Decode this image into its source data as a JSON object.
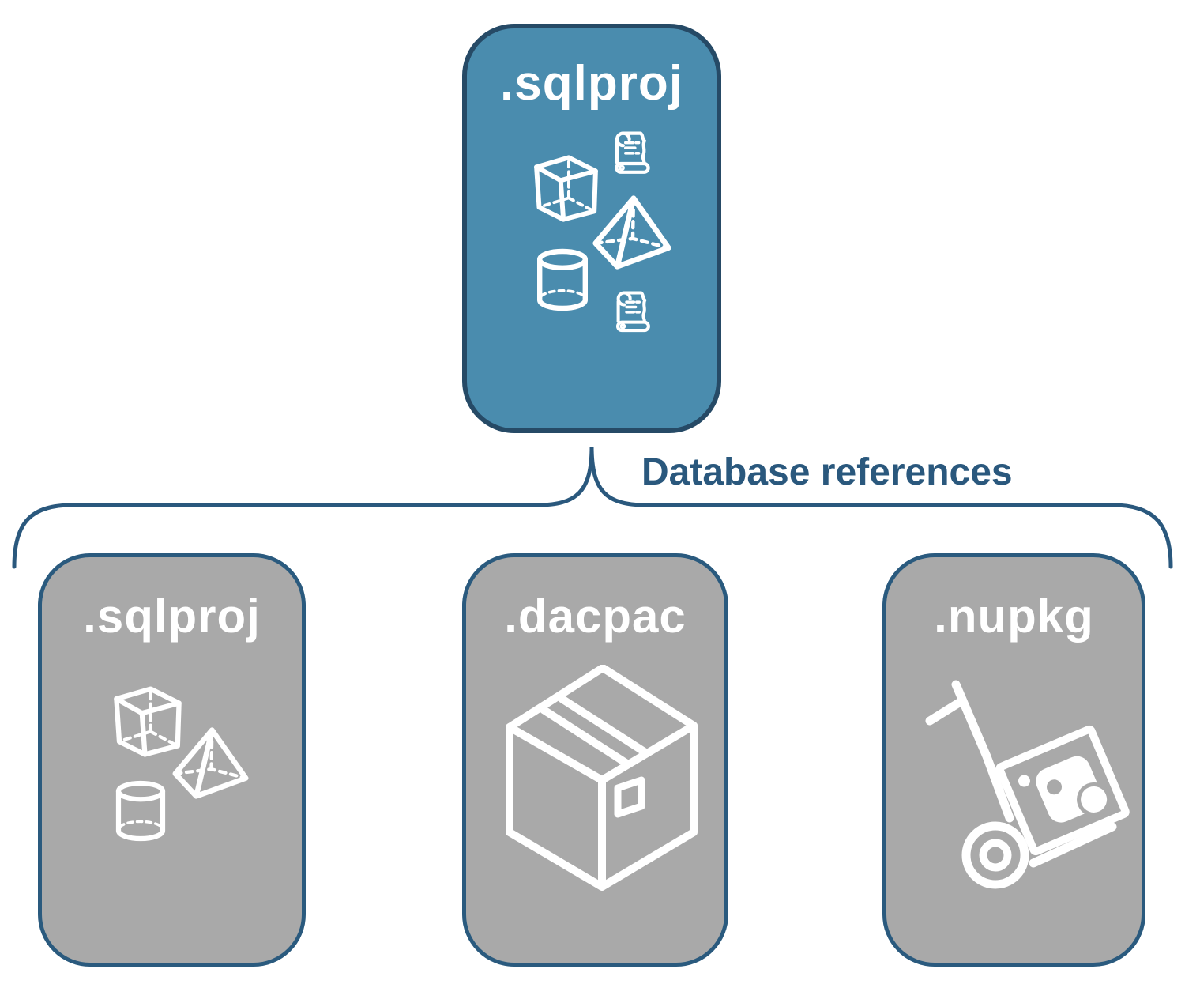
{
  "colors": {
    "root_fill": "#4a8cae",
    "root_border": "#264a66",
    "child_fill": "#a9a9a9",
    "child_border": "#2a5a7e",
    "connector": "#2a587d",
    "icon": "#ffffff"
  },
  "root": {
    "label": ".sqlproj",
    "icons": [
      "cube-icon",
      "scroll-icon",
      "pyramid-icon",
      "cylinder-icon",
      "scroll-icon"
    ]
  },
  "connector": {
    "label": "Database references"
  },
  "children": [
    {
      "label": ".sqlproj",
      "icons": [
        "cube-icon",
        "pyramid-icon",
        "cylinder-icon"
      ]
    },
    {
      "label": ".dacpac",
      "icons": [
        "package-icon"
      ]
    },
    {
      "label": ".nupkg",
      "icons": [
        "handtruck-icon"
      ]
    }
  ]
}
